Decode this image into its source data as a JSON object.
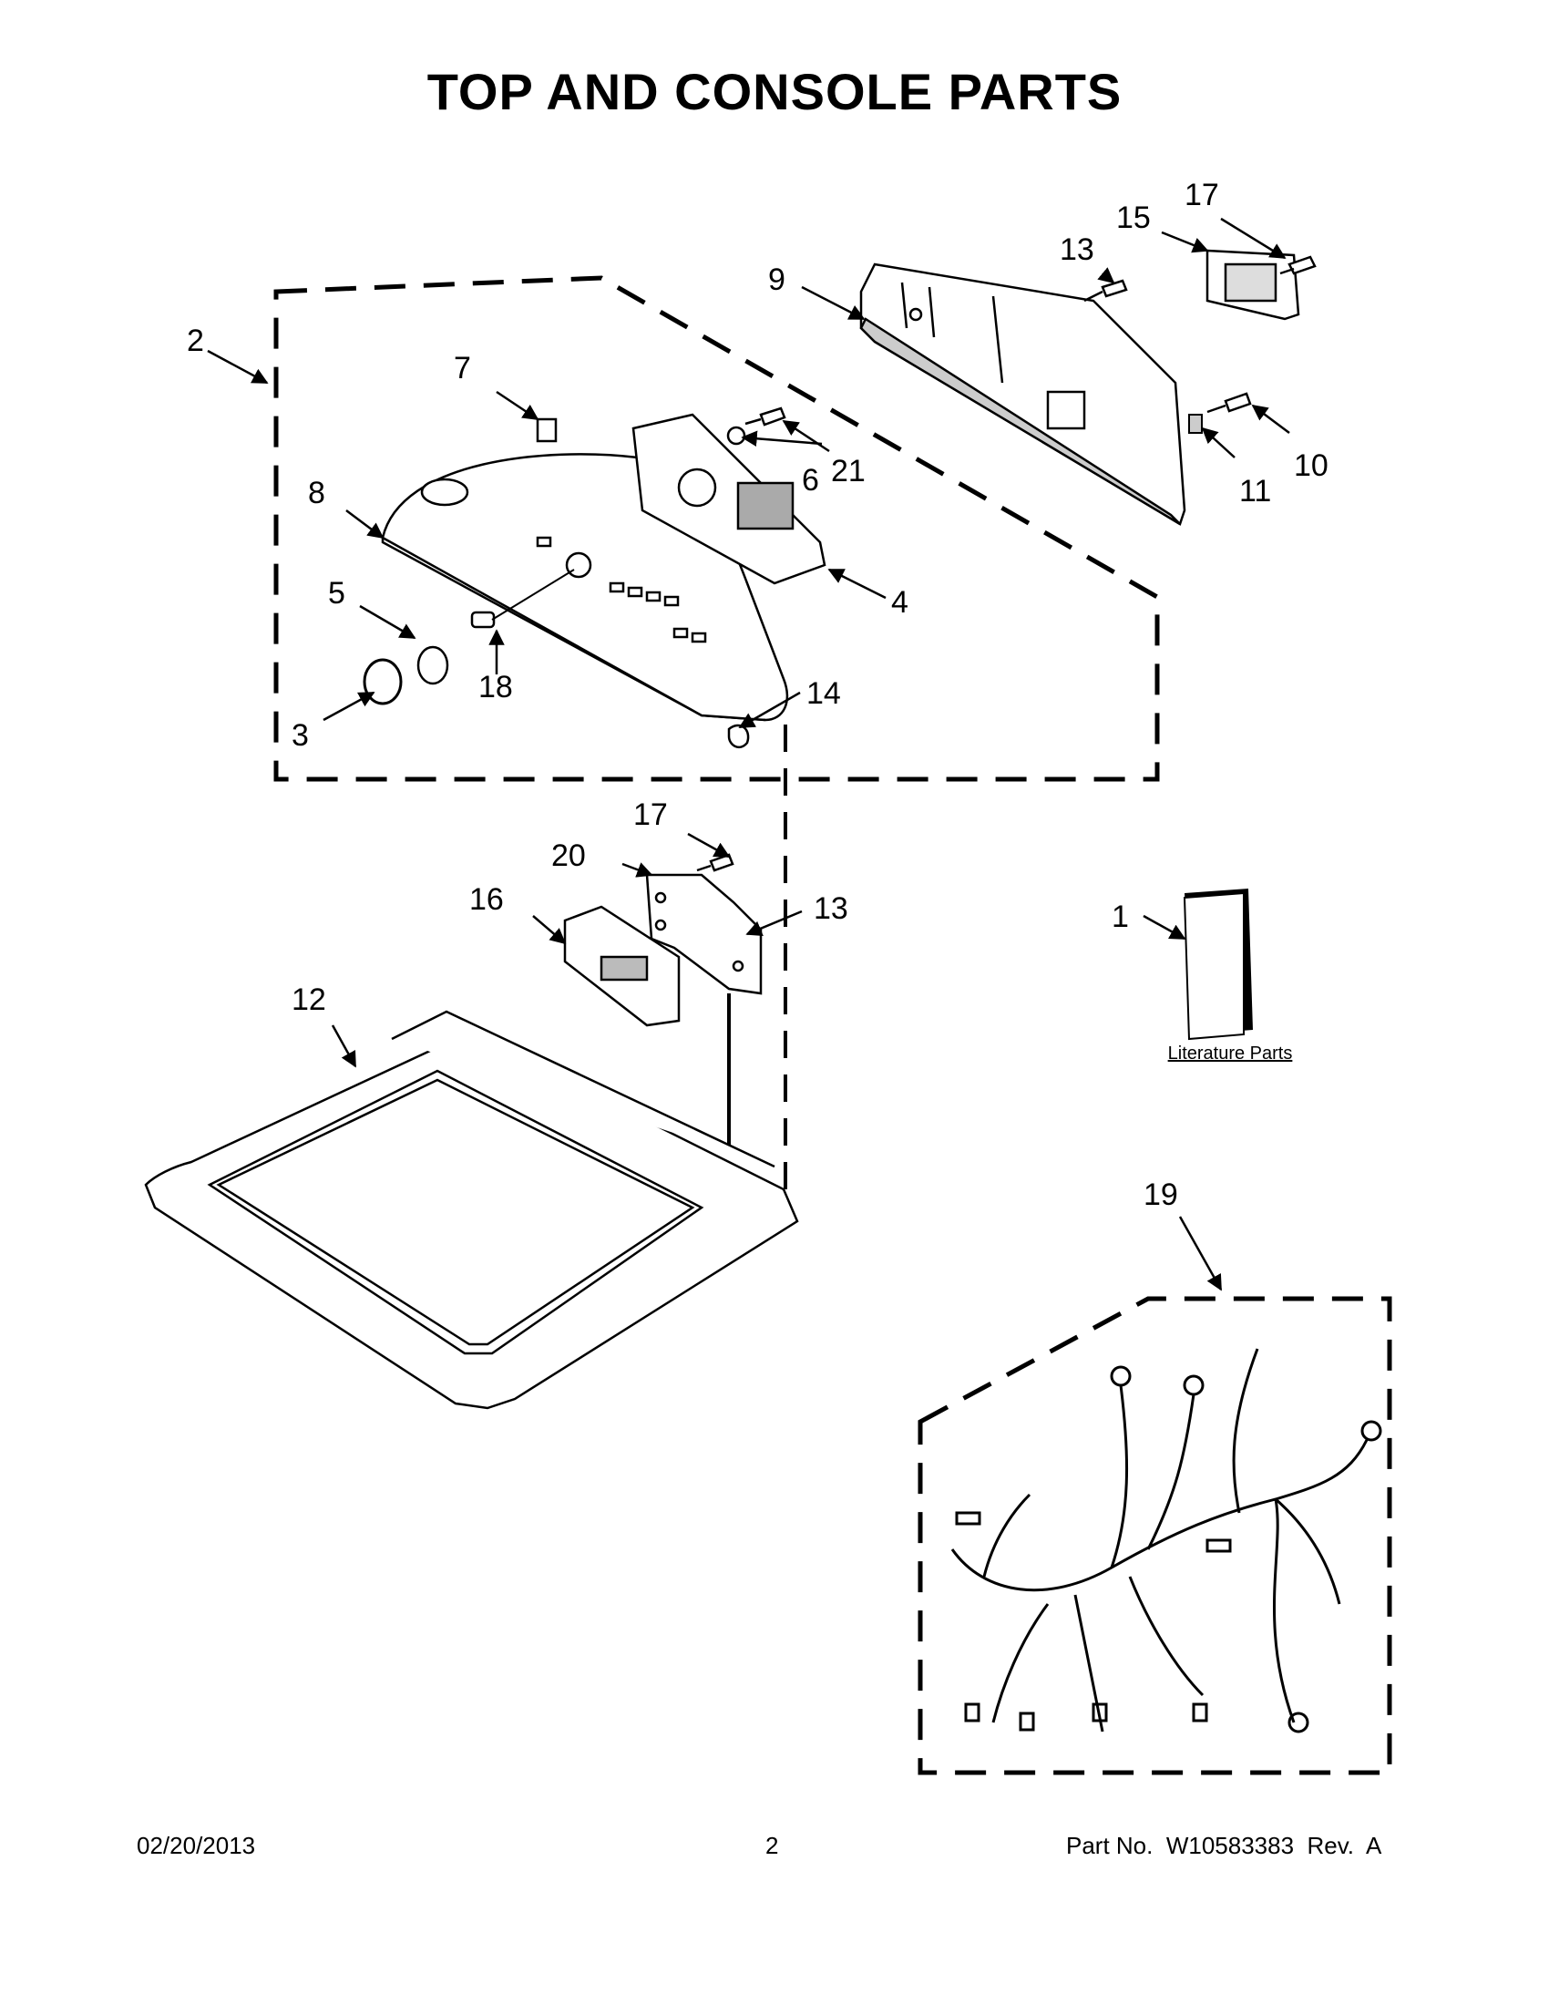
{
  "title": "TOP AND CONSOLE PARTS",
  "callouts": [
    {
      "id": "c2",
      "text": "2"
    },
    {
      "id": "c7",
      "text": "7"
    },
    {
      "id": "c8",
      "text": "8"
    },
    {
      "id": "c5",
      "text": "5"
    },
    {
      "id": "c3",
      "text": "3"
    },
    {
      "id": "c18",
      "text": "18"
    },
    {
      "id": "c6",
      "text": "6"
    },
    {
      "id": "c21",
      "text": "21"
    },
    {
      "id": "c4",
      "text": "4"
    },
    {
      "id": "c14",
      "text": "14"
    },
    {
      "id": "c9",
      "text": "9"
    },
    {
      "id": "c13a",
      "text": "13"
    },
    {
      "id": "c15",
      "text": "15"
    },
    {
      "id": "c17a",
      "text": "17"
    },
    {
      "id": "c10",
      "text": "10"
    },
    {
      "id": "c11",
      "text": "11"
    },
    {
      "id": "c17b",
      "text": "17"
    },
    {
      "id": "c20",
      "text": "20"
    },
    {
      "id": "c16",
      "text": "16"
    },
    {
      "id": "c13b",
      "text": "13"
    },
    {
      "id": "c12",
      "text": "12"
    },
    {
      "id": "c1",
      "text": "1"
    },
    {
      "id": "c19",
      "text": "19"
    }
  ],
  "literature_label": "Literature Parts",
  "footer": {
    "date": "02/20/2013",
    "page": "2",
    "part_no": "Part No.  W10583383  Rev.  A"
  }
}
